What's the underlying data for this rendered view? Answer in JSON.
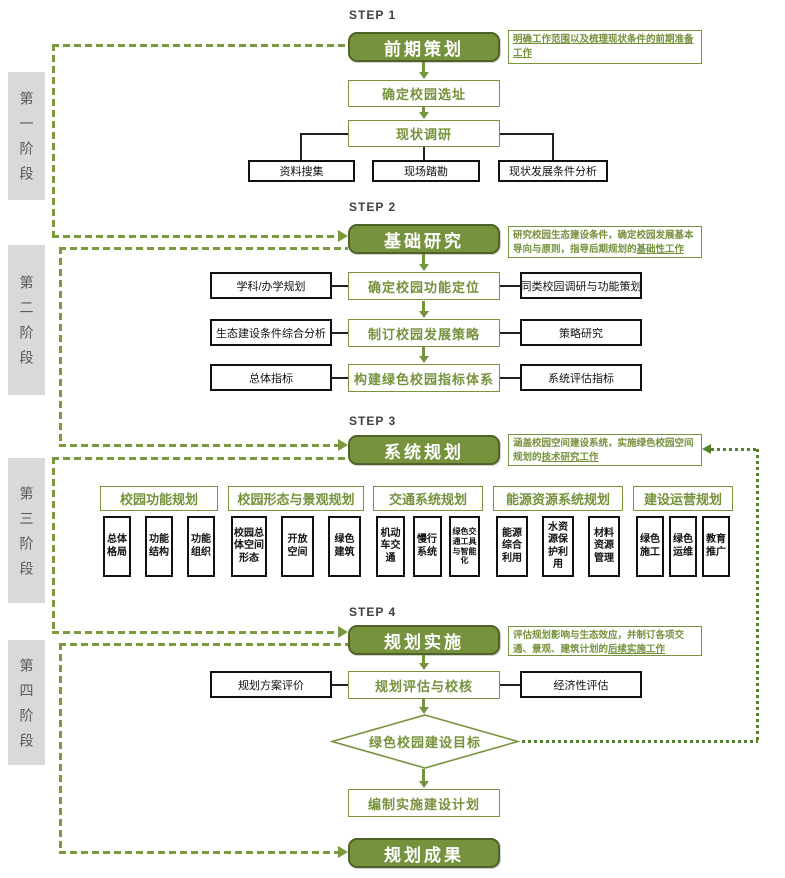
{
  "colors": {
    "green_fill": "#76923C",
    "green_border": "#4F6228",
    "green_line": "#77933C",
    "dotted_line": "#55822C",
    "gray_bg": "#D9D9D9",
    "gray_text": "#595959",
    "step_text": "#404040",
    "box_border": "#111111"
  },
  "stages": [
    "第一阶段",
    "第二阶段",
    "第三阶段",
    "第四阶段"
  ],
  "steps": [
    {
      "label": "STEP 1",
      "title": "前期策划",
      "note_plain": "",
      "note_underline": "明确工作范围以及梳理现状条件的前期准备工作"
    },
    {
      "label": "STEP 2",
      "title": "基础研究",
      "note_plain": "研究校园生态建设条件，确定校园发展基本导向与原则，指导后期规划的",
      "note_underline": "基础性工作"
    },
    {
      "label": "STEP 3",
      "title": "系统规划",
      "note_plain": "涵盖校园空间建设系统，实施绿色校园空间规划的",
      "note_underline": "技术研究工作"
    },
    {
      "label": "STEP 4",
      "title": "规划实施",
      "note_plain": "评估规划影响与生态效应，并制订各项交通、景观、建筑计划的",
      "note_underline": "后续实施工作"
    }
  ],
  "phase1": {
    "site": "确定校园选址",
    "survey": "现状调研",
    "children": [
      "资料搜集",
      "现场踏勘",
      "现状发展条件分析"
    ]
  },
  "phase2": {
    "rows": [
      {
        "left": "学科/办学规划",
        "center": "确定校园功能定位",
        "right": "同类校园调研与功能策划"
      },
      {
        "left": "生态建设条件综合分析",
        "center": "制订校园发展策略",
        "right": "策略研究"
      },
      {
        "left": "总体指标",
        "center": "构建绿色校园指标体系",
        "right": "系统评估指标"
      }
    ]
  },
  "phase3": {
    "groups": [
      {
        "title": "校园功能规划",
        "items": [
          "总体格局",
          "功能结构",
          "功能组织"
        ]
      },
      {
        "title": "校园形态与景观规划",
        "items": [
          "校园总体空间形态",
          "开放空间",
          "绿色建筑"
        ]
      },
      {
        "title": "交通系统规划",
        "items": [
          "机动车交通",
          "慢行系统",
          "绿色交通工具与智能化"
        ]
      },
      {
        "title": "能源资源系统规划",
        "items": [
          "能源综合利用",
          "水资源保护利用",
          "材料资源管理"
        ]
      },
      {
        "title": "建设运营规划",
        "items": [
          "绿色施工",
          "绿色运维",
          "教育推广"
        ]
      }
    ]
  },
  "phase4": {
    "left": "规划方案评价",
    "center": "规划评估与校核",
    "right": "经济性评估",
    "diamond": "绿色校园建设目标",
    "plan": "编制实施建设计划"
  },
  "result": {
    "title": "规划成果"
  }
}
